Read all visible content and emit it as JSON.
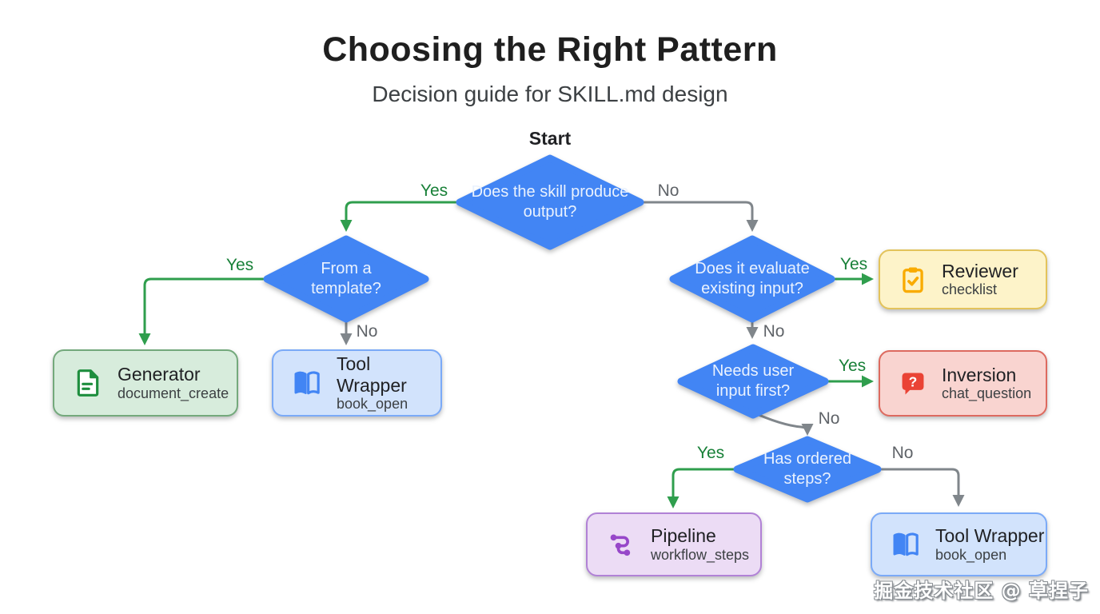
{
  "title": "Choosing the Right Pattern",
  "subtitle": "Decision guide for SKILL.md design",
  "start_label": "Start",
  "decisions": [
    {
      "id": "produce_output",
      "text": "Does the skill produce output?"
    },
    {
      "id": "from_template",
      "text": "From a template?"
    },
    {
      "id": "evaluate_input",
      "text": "Does it evaluate existing input?"
    },
    {
      "id": "needs_user_input",
      "text": "Needs user input first?"
    },
    {
      "id": "ordered_steps",
      "text": "Has ordered steps?"
    }
  ],
  "results": [
    {
      "id": "generator",
      "title": "Generator",
      "subtitle": "document_create",
      "icon": "document-icon",
      "accent": "#1e8e3e"
    },
    {
      "id": "tool_wrapper_top",
      "title": "Tool Wrapper",
      "subtitle": "book_open",
      "icon": "open-book-icon",
      "accent": "#4285f4"
    },
    {
      "id": "reviewer",
      "title": "Reviewer",
      "subtitle": "checklist",
      "icon": "checklist-icon",
      "accent": "#f9ab00"
    },
    {
      "id": "inversion",
      "title": "Inversion",
      "subtitle": "chat_question",
      "icon": "question-bubble-icon",
      "accent": "#ea4335"
    },
    {
      "id": "pipeline",
      "title": "Pipeline",
      "subtitle": "workflow_steps",
      "icon": "workflow-icon",
      "accent": "#9747c9"
    },
    {
      "id": "tool_wrapper_bottom",
      "title": "Tool Wrapper",
      "subtitle": "book_open",
      "icon": "open-book-icon",
      "accent": "#4285f4"
    }
  ],
  "edges": [
    {
      "from": "produce_output",
      "to": "from_template",
      "label": "Yes"
    },
    {
      "from": "produce_output",
      "to": "evaluate_input",
      "label": "No"
    },
    {
      "from": "from_template",
      "to": "generator",
      "label": "Yes"
    },
    {
      "from": "from_template",
      "to": "tool_wrapper_top",
      "label": "No"
    },
    {
      "from": "evaluate_input",
      "to": "reviewer",
      "label": "Yes"
    },
    {
      "from": "evaluate_input",
      "to": "needs_user_input",
      "label": "No"
    },
    {
      "from": "needs_user_input",
      "to": "inversion",
      "label": "Yes"
    },
    {
      "from": "needs_user_input",
      "to": "ordered_steps",
      "label": "No"
    },
    {
      "from": "ordered_steps",
      "to": "pipeline",
      "label": "Yes"
    },
    {
      "from": "ordered_steps",
      "to": "tool_wrapper_bottom",
      "label": "No"
    }
  ],
  "watermark": "掘金技术社区 @ 草捏子",
  "colors": {
    "decision_fill": "#4285f4",
    "decision_text": "#eaf2fe",
    "yes_line": "#2f9e4d",
    "yes_text": "#188038",
    "no_line": "#80868b",
    "no_text": "#5f6368",
    "generator_fill": "#d7ecdc",
    "tool_wrapper_fill": "#d2e3fc",
    "reviewer_fill": "#fdf3c9",
    "inversion_fill": "#f9d4d0",
    "pipeline_fill": "#ecdcf5"
  }
}
